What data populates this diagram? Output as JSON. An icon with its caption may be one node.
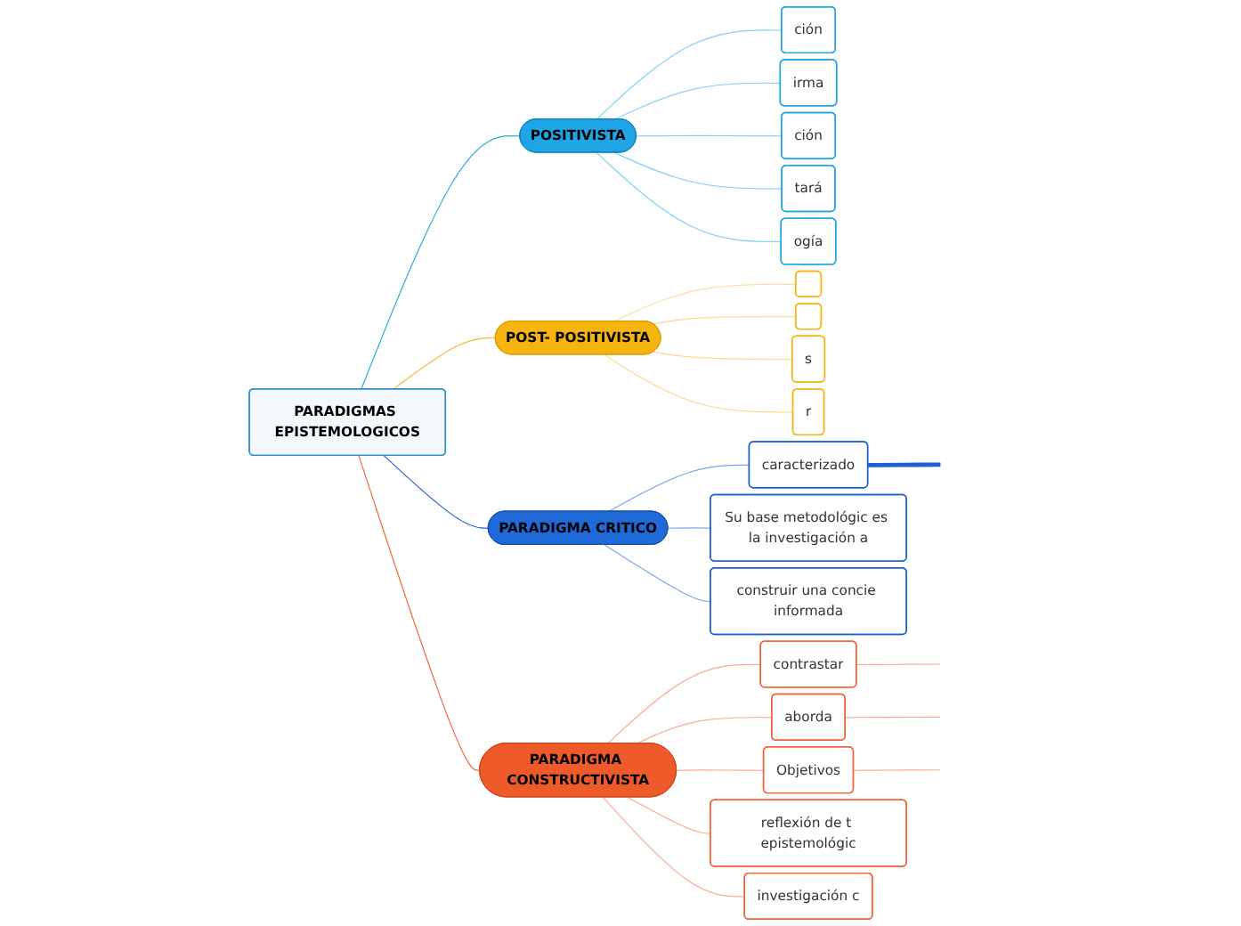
{
  "diagram": {
    "nodes": [
      {
        "text": [
          "PARADIGMAS EPISTEMOLOGICOS"
        ]
      },
      {
        "text": [
          "POSITIVISTA"
        ]
      },
      {
        "text": [
          "ción"
        ]
      },
      {
        "text": [
          "irma"
        ]
      },
      {
        "text": [
          "ción"
        ]
      },
      {
        "text": [
          "tará"
        ]
      },
      {
        "text": [
          "ogía"
        ]
      },
      {
        "text": [
          "POST- POSITIVISTA"
        ]
      },
      {
        "text": [],
        "shape": "box"
      },
      {
        "text": [],
        "shape": "box"
      },
      {
        "text": [
          "s"
        ]
      },
      {
        "text": [
          "r"
        ]
      },
      {
        "text": [
          "PARADIGMA CRITICO"
        ]
      },
      {
        "text": [
          "caracterizado"
        ]
      },
      {
        "text": [
          "Su base metodológic es la investigación a"
        ]
      },
      {
        "text": [
          "construir una concie informada"
        ]
      },
      {
        "text": [
          "PARADIGMA CONSTRUCTIVISTA"
        ]
      },
      {
        "text": [
          "contrastar"
        ]
      },
      {
        "text": [
          "aborda"
        ]
      },
      {
        "text": [
          "Objetivos"
        ]
      },
      {
        "text": [
          "reflexión de t epistemológic"
        ]
      },
      {
        "text": [
          "investigación c"
        ]
      }
    ],
    "edges": [
      {
        "from": 0,
        "to": 1,
        "arrow": "none",
        "color": "#29a8e0"
      },
      {
        "from": 1,
        "to": 2,
        "arrow": "none",
        "color": "#7fd0f5"
      },
      {
        "from": 1,
        "to": 3,
        "arrow": "none",
        "color": "#7fd0f5"
      },
      {
        "from": 1,
        "to": 4,
        "arrow": "none",
        "color": "#7fd0f5"
      },
      {
        "from": 1,
        "to": 5,
        "arrow": "none",
        "color": "#7fd0f5"
      },
      {
        "from": 1,
        "to": 6,
        "arrow": "none",
        "color": "#7fd0f5"
      },
      {
        "from": 0,
        "to": 7,
        "arrow": "none",
        "color": "#f5b82e"
      },
      {
        "from": 7,
        "to": 8,
        "arrow": "none",
        "color": "#fcd98a"
      },
      {
        "from": 7,
        "to": 9,
        "arrow": "none",
        "color": "#fcd98a"
      },
      {
        "from": 7,
        "to": 10,
        "arrow": "none",
        "color": "#fcd98a"
      },
      {
        "from": 7,
        "to": 11,
        "arrow": "none",
        "color": "#fcd98a"
      },
      {
        "from": 0,
        "to": 12,
        "arrow": "none",
        "color": "#1f5fd0"
      },
      {
        "from": 12,
        "to": 13,
        "arrow": "none",
        "color": "#7aa6ec"
      },
      {
        "from": 12,
        "to": 14,
        "arrow": "none",
        "color": "#7aa6ec"
      },
      {
        "from": 12,
        "to": 15,
        "arrow": "none",
        "color": "#7aa6ec"
      },
      {
        "from": 13,
        "to": null,
        "arrow": "none",
        "style": "thick",
        "color": "#1f5fd0"
      },
      {
        "from": 0,
        "to": 16,
        "arrow": "none",
        "color": "#f0643a"
      },
      {
        "from": 16,
        "to": 17,
        "arrow": "none",
        "color": "#f9a98e"
      },
      {
        "from": 16,
        "to": 18,
        "arrow": "none",
        "color": "#f9a98e"
      },
      {
        "from": 16,
        "to": 19,
        "arrow": "none",
        "color": "#f9a98e"
      },
      {
        "from": 16,
        "to": 20,
        "arrow": "none",
        "color": "#f9a98e"
      },
      {
        "from": 16,
        "to": 21,
        "arrow": "none",
        "color": "#f9a98e"
      },
      {
        "from": 17,
        "to": null,
        "arrow": "none",
        "color": "#f9a98e"
      },
      {
        "from": 18,
        "to": null,
        "arrow": "none",
        "color": "#f9a98e"
      },
      {
        "from": 19,
        "to": null,
        "arrow": "none",
        "color": "#f9a98e"
      }
    ]
  }
}
